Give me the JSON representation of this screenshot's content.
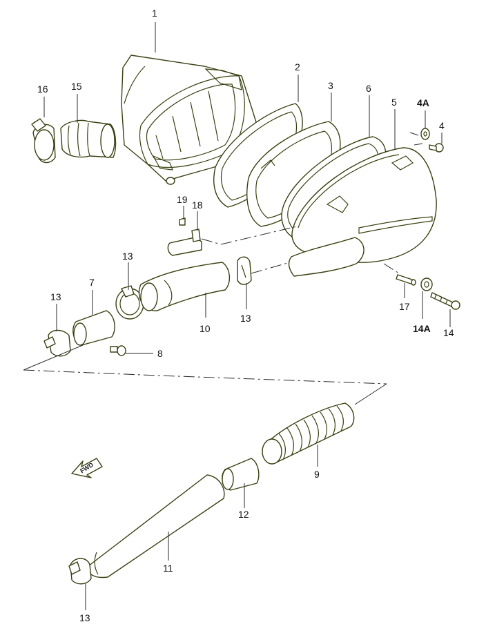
{
  "colors": {
    "line": "#3a3f10",
    "text": "#111111",
    "background": "#ffffff"
  },
  "direction_badge": "FWD",
  "callouts": {
    "c1": "1",
    "c2": "2",
    "c3": "3",
    "c4": "4",
    "c4a": "4A",
    "c5": "5",
    "c6": "6",
    "c7": "7",
    "c8": "8",
    "c9": "9",
    "c10": "10",
    "c11": "11",
    "c12": "12",
    "c13a": "13",
    "c13b": "13",
    "c13c": "13",
    "c13d": "13",
    "c14": "14",
    "c14a": "14A",
    "c15": "15",
    "c16": "16",
    "c17": "17",
    "c18": "18",
    "c19": "19"
  }
}
